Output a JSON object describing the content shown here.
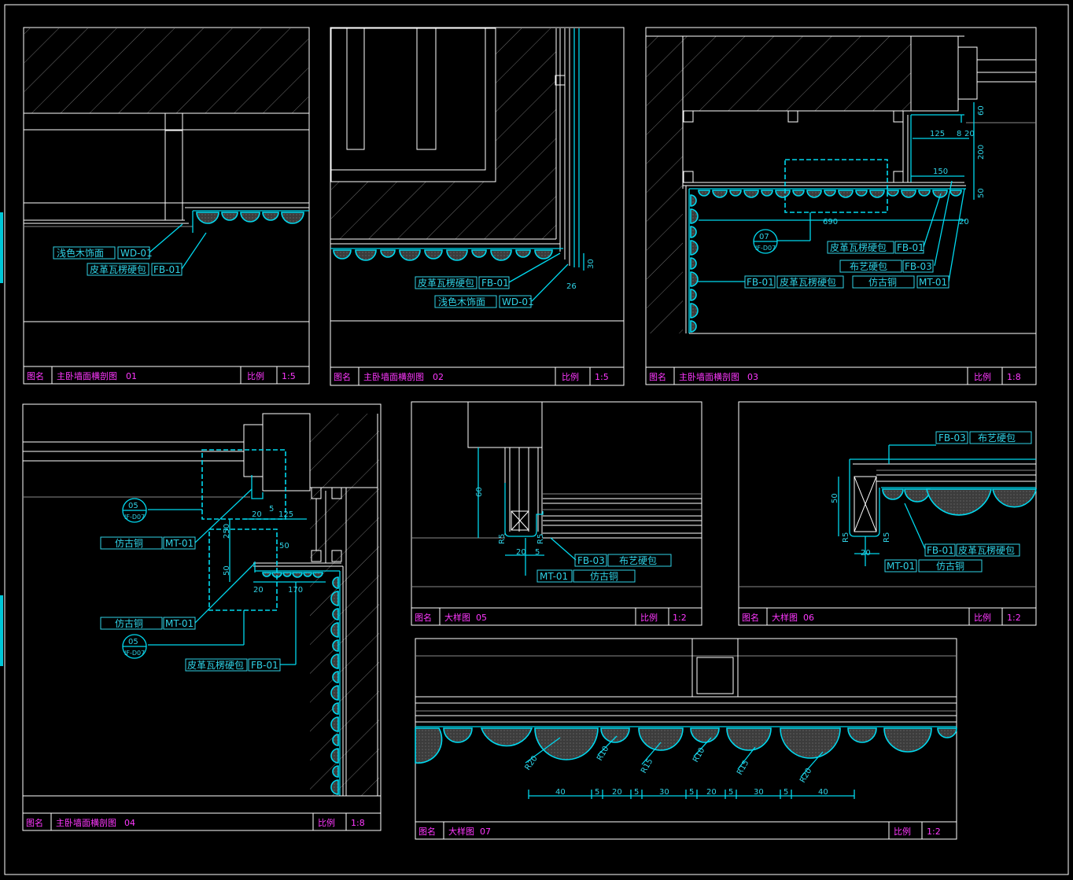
{
  "colors": {
    "background": "#000000",
    "frame": "#ffffff",
    "hatch": "#6e6e6e",
    "cyan": "#00d8ee",
    "label_text": "#2fd2e6",
    "title_tag": "#ff38ff",
    "leather_fill": "#3c3c3c"
  },
  "title_block": {
    "name_tag": "图名",
    "scale_tag": "比例"
  },
  "panels": {
    "p01": {
      "title": "主卧墙面横剖图",
      "number": "01",
      "scale": "1:5",
      "labels": {
        "wood": "浅色木饰面",
        "wood_code": "WD-01",
        "leather": "皮革瓦楞硬包",
        "leather_code": "FB-01"
      }
    },
    "p02": {
      "title": "主卧墙面横剖图",
      "number": "02",
      "scale": "1:5",
      "labels": {
        "leather": "皮革瓦楞硬包",
        "leather_code": "FB-01",
        "wood": "浅色木饰面",
        "wood_code": "WD-01",
        "dim_30": "30",
        "dim_26": "26"
      }
    },
    "p03": {
      "title": "主卧墙面横剖图",
      "number": "03",
      "scale": "1:8",
      "labels": {
        "leather": "皮革瓦楞硬包",
        "leather_code": "FB-01",
        "fabric": "布艺硬包",
        "fabric_code": "FB-03",
        "leather2": "皮革瓦楞硬包",
        "leather2_code": "FB-01",
        "copper": "仿古铜",
        "copper_code": "MT-01",
        "ref_no": "07",
        "ref_sheet": "IF-D07",
        "dim_125": "125",
        "dim_8": "8",
        "dim_20a": "20",
        "dim_150": "150",
        "dim_690": "690",
        "dim_20b": "20",
        "dim_60": "60",
        "dim_200": "200",
        "dim_50": "50"
      }
    },
    "p04": {
      "title": "主卧墙面横剖图",
      "number": "04",
      "scale": "1:8",
      "labels": {
        "ref1_no": "05",
        "ref1_sheet": "IF-D07",
        "ref2_no": "05",
        "ref2_sheet": "IF-D07",
        "copper1": "仿古铜",
        "copper1_code": "MT-01",
        "copper2": "仿古铜",
        "copper2_code": "MT-01",
        "leather": "皮革瓦楞硬包",
        "leather_code": "FB-01",
        "dim_20a": "20",
        "dim_5": "5",
        "dim_125": "125",
        "dim_50a": "50",
        "dim_50b": "50",
        "dim_20b": "20",
        "dim_170": "170",
        "dim_250": "250"
      }
    },
    "p05": {
      "title": "大样图",
      "number": "05",
      "scale": "1:2",
      "labels": {
        "dim_60": "60",
        "dim_r5a": "R5",
        "dim_r5b": "R5",
        "dim_20": "20",
        "dim_5": "5",
        "fabric_code": "FB-03",
        "fabric": "布艺硬包",
        "copper_code": "MT-01",
        "copper": "仿古铜"
      }
    },
    "p06": {
      "title": "大样图",
      "number": "06",
      "scale": "1:2",
      "labels": {
        "fabric_code": "FB-03",
        "fabric": "布艺硬包",
        "dim_50": "50",
        "dim_r5a": "R5",
        "dim_r5b": "R5",
        "leather_code": "FB-01",
        "leather": "皮革瓦楞硬包",
        "dim_20": "20",
        "copper_code": "MT-01",
        "copper": "仿古铜"
      }
    },
    "p07": {
      "title": "大样图",
      "number": "07",
      "scale": "1:2",
      "labels": {
        "r1": "R20",
        "r2": "R10",
        "r3": "R15",
        "r4": "R10",
        "r5": "R15",
        "r6": "R20",
        "d1": "40",
        "d2": "5",
        "d3": "20",
        "d4": "5",
        "d5": "30",
        "d6": "5",
        "d7": "20",
        "d8": "5",
        "d9": "30",
        "d10": "5",
        "d11": "40"
      }
    }
  }
}
